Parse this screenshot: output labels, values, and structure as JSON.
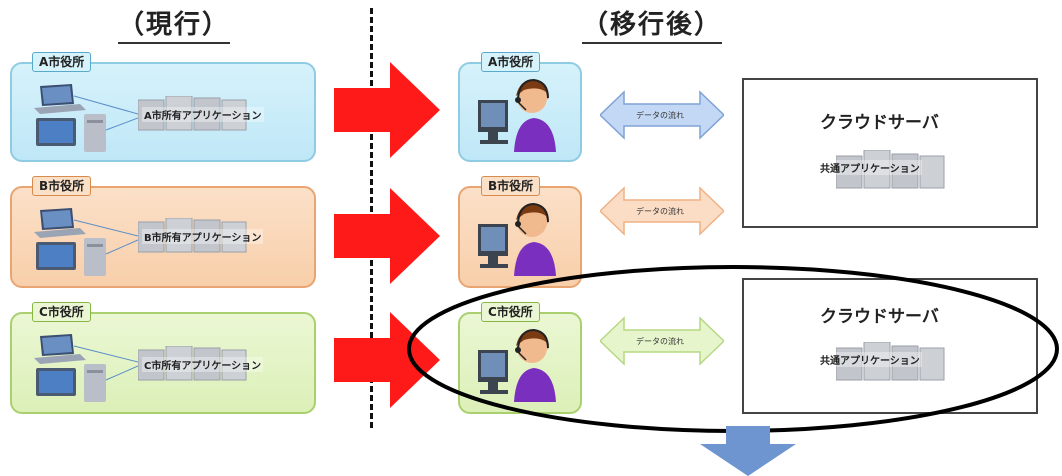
{
  "headings": {
    "current": "（現行）",
    "after": "（移行後）"
  },
  "offices": [
    {
      "name": "A市役所",
      "app": "A市所有アプリケーション"
    },
    {
      "name": "B市役所",
      "app": "B市所有アプリケーション"
    },
    {
      "name": "C市役所",
      "app": "C市所有アプリケーション"
    }
  ],
  "after_offices": [
    "A市役所",
    "B市役所",
    "C市役所"
  ],
  "flows": [
    "データの流れ",
    "データの流れ",
    "データの流れ"
  ],
  "clouds": [
    {
      "title": "クラウドサーバ",
      "app": "共通アプリケーション"
    },
    {
      "title": "クラウドサーバ",
      "app": "共通アプリケーション"
    }
  ],
  "colors": {
    "big_arrow": "#ff1a1a",
    "down_arrow": "#6e95cf",
    "flow_a": "#a9c8f0",
    "flow_b": "#f8c7a2",
    "flow_c": "#d6f0b0"
  }
}
